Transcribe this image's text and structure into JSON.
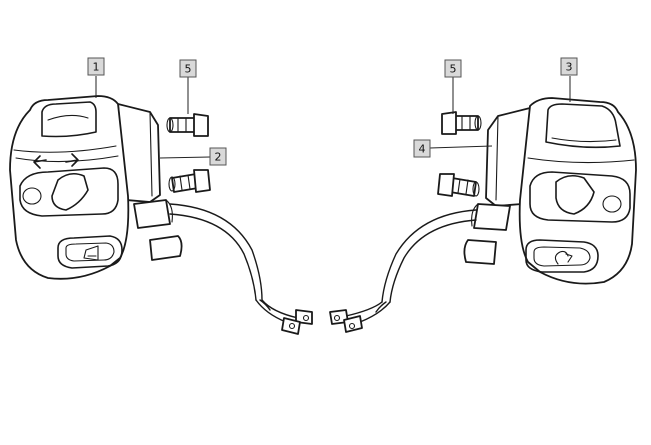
{
  "callouts": {
    "c1": "1",
    "c2": "2",
    "c3": "3",
    "c4": "4",
    "c5_left": "5",
    "c5_right": "5"
  },
  "colors": {
    "line": "#1a1a1a",
    "callout_fill": "#d9d9d9",
    "background": "#ffffff"
  },
  "icons": {
    "left_switch": "turn-signal-arrows-icon",
    "left_button": "horn-icon",
    "right_button": "starter-icon"
  }
}
